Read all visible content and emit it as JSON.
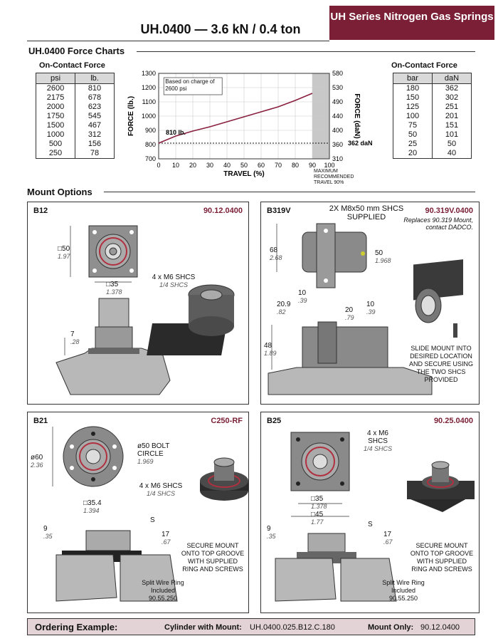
{
  "header": {
    "series": "UH Series Nitrogen Gas Springs",
    "title": "UH.0400 — 3.6 kN / 0.4 ton"
  },
  "force_charts": {
    "heading": "UH.0400 Force Charts",
    "left_table": {
      "title": "On-Contact Force",
      "columns": [
        "psi",
        "lb."
      ],
      "rows": [
        [
          "2600",
          "810"
        ],
        [
          "2175",
          "678"
        ],
        [
          "2000",
          "623"
        ],
        [
          "1750",
          "545"
        ],
        [
          "1500",
          "467"
        ],
        [
          "1000",
          "312"
        ],
        [
          "500",
          "156"
        ],
        [
          "250",
          "78"
        ]
      ]
    },
    "right_table": {
      "title": "On-Contact Force",
      "columns": [
        "bar",
        "daN"
      ],
      "rows": [
        [
          "180",
          "362"
        ],
        [
          "150",
          "302"
        ],
        [
          "125",
          "251"
        ],
        [
          "100",
          "201"
        ],
        [
          "75",
          "151"
        ],
        [
          "50",
          "101"
        ],
        [
          "25",
          "50"
        ],
        [
          "20",
          "40"
        ]
      ]
    }
  },
  "chart_data": {
    "type": "line",
    "xlabel": "TRAVEL (%)",
    "ylabel": "FORCE (lb.)",
    "y2label": "FORCE (daN)",
    "x_ticks": [
      "0",
      "10",
      "20",
      "30",
      "40",
      "50",
      "60",
      "70",
      "80",
      "90",
      "100"
    ],
    "y_ticks": [
      "1300",
      "1200",
      "1100",
      "1000",
      "900",
      "800",
      "700"
    ],
    "y2_ticks": [
      "580",
      "530",
      "490",
      "440",
      "400",
      "360",
      "310"
    ],
    "xlim": [
      0,
      100
    ],
    "ylim": [
      700,
      1300
    ],
    "series": [
      {
        "x": [
          0,
          10,
          20,
          30,
          40,
          50,
          60,
          70,
          80,
          90
        ],
        "y": [
          810,
          860,
          895,
          925,
          960,
          995,
          1030,
          1065,
          1110,
          1160
        ]
      }
    ],
    "annotations": {
      "charge_note": "Based on charge of 2600 psi",
      "start_label": "810 lb.",
      "dan_label": "362 daN",
      "shaded_note": "MAXIMUM RECOMMENDED TRAVEL 90%"
    },
    "shaded_from": 90
  },
  "mount_options": {
    "heading": "Mount Options",
    "panels": {
      "b12": {
        "name": "B12",
        "code": "90.12.0400",
        "sq": "□50",
        "sq_in": "1.97",
        "bc": "□35",
        "bc_in": "1.378",
        "screws": "4 x M6 SHCS",
        "screws_in": "1/4 SHCS",
        "h": "7",
        "h_in": ".28"
      },
      "b319v": {
        "name": "B319V",
        "code": "90.319V.0400",
        "replaces": "Replaces 90.319 Mount, contact DADCO.",
        "shcs": "2X M8x50 mm SHCS SUPPLIED",
        "d68": "68",
        "d68_in": "2.68",
        "d50": "50",
        "d50_in": "1.968",
        "d10a": "10",
        "d10a_in": ".39",
        "d209": "20.9",
        "d209_in": ".82",
        "d20": "20",
        "d20_in": ".79",
        "d10b": "10",
        "d10b_in": ".39",
        "d48": "48",
        "d48_in": "1.89",
        "note": "SLIDE MOUNT INTO DESIRED LOCATION AND SECURE USING THE TWO SHCS PROVIDED"
      },
      "b21": {
        "name": "B21",
        "code": "C250-RF",
        "dia": "ø60",
        "dia_in": "2.36",
        "bolt": "ø50 BOLT CIRCLE",
        "bolt_in": "1.969",
        "screws": "4 x M6 SHCS",
        "screws_in": "1/4 SHCS",
        "sq": "□35.4",
        "sq_in": "1.394",
        "s": "S",
        "d9": "9",
        "d9_in": ".35",
        "d17": "17",
        "d17_in": ".67",
        "note": "SECURE MOUNT ONTO TOP GROOVE WITH SUPPLIED RING AND SCREWS",
        "ring": "Split Wire Ring Included 90.55.250"
      },
      "b25": {
        "name": "B25",
        "code": "90.25.0400",
        "screws": "4 x M6 SHCS",
        "screws_in": "1/4 SHCS",
        "sq35": "□35",
        "sq35_in": "1.378",
        "sq45": "□45",
        "sq45_in": "1.77",
        "s": "S",
        "d9": "9",
        "d9_in": ".35",
        "d17": "17",
        "d17_in": ".67",
        "note": "SECURE MOUNT ONTO TOP GROOVE WITH SUPPLIED RING AND SCREWS",
        "ring": "Split Wire Ring Included 90.55.250"
      }
    }
  },
  "ordering": {
    "label": "Ordering Example:",
    "cyl_label": "Cylinder with Mount:",
    "cyl_value": "UH.0400.025.B12.C.180",
    "mount_label": "Mount Only:",
    "mount_value": "90.12.0400"
  },
  "colors": {
    "accent": "#7a1f35",
    "curve": "#8a2040",
    "shade": "#c8c8c8"
  }
}
